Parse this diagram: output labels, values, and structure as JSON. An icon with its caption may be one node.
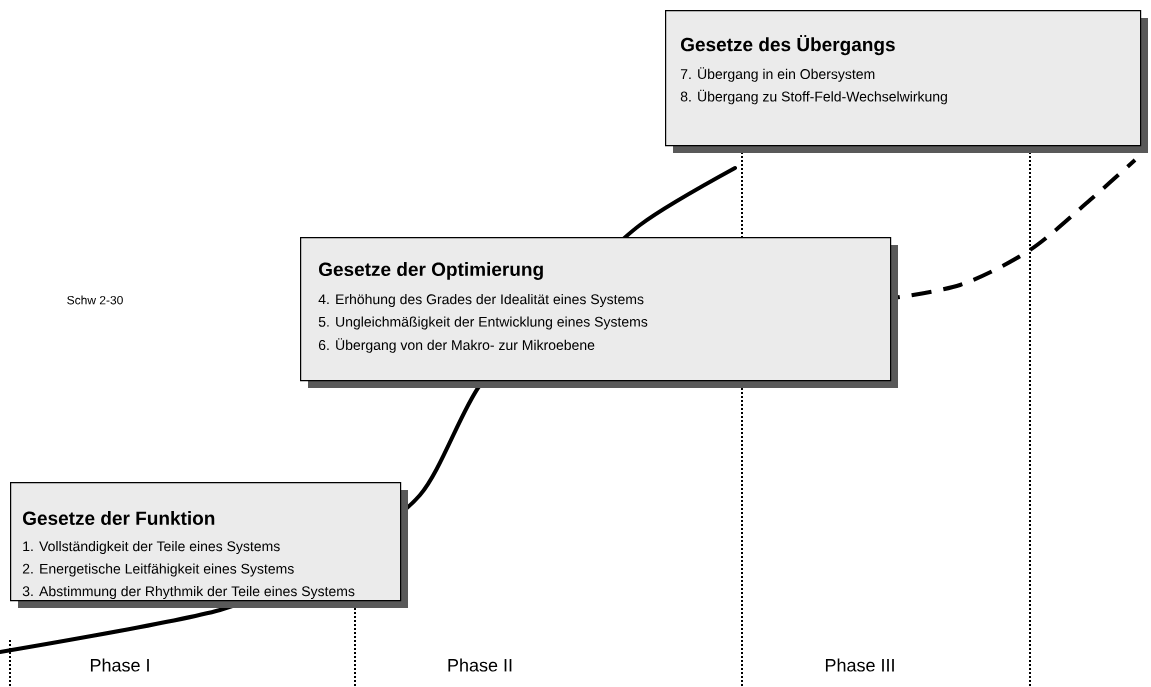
{
  "diagram": {
    "nodes": [
      {
        "text": [
          "Gesetze des Übergangs",
          "7. Übergang in ein Obersystem",
          "8. Übergang zu Stoff-Feld-Wechselwirkung"
        ]
      },
      {
        "text": [
          "Gesetze der Optimierung",
          "4. Erhöhung des Grades der Idealität eines Systems",
          "5. Ungleichmäßigkeit der Entwicklung eines Systems",
          "6. Übergang von der Makro- zur Mikroebene"
        ]
      },
      {
        "text": [
          "Gesetze der Funktion",
          "1. Vollständigkeit der Teile eines Systems",
          "2. Energetische Leitfähigkeit eines Systems",
          "3. Abstimmung der Rhythmik der Teile eines Systems"
        ]
      }
    ],
    "labels": [
      "Schw 2-30",
      "Phase I",
      "Phase II",
      "Phase III"
    ]
  }
}
